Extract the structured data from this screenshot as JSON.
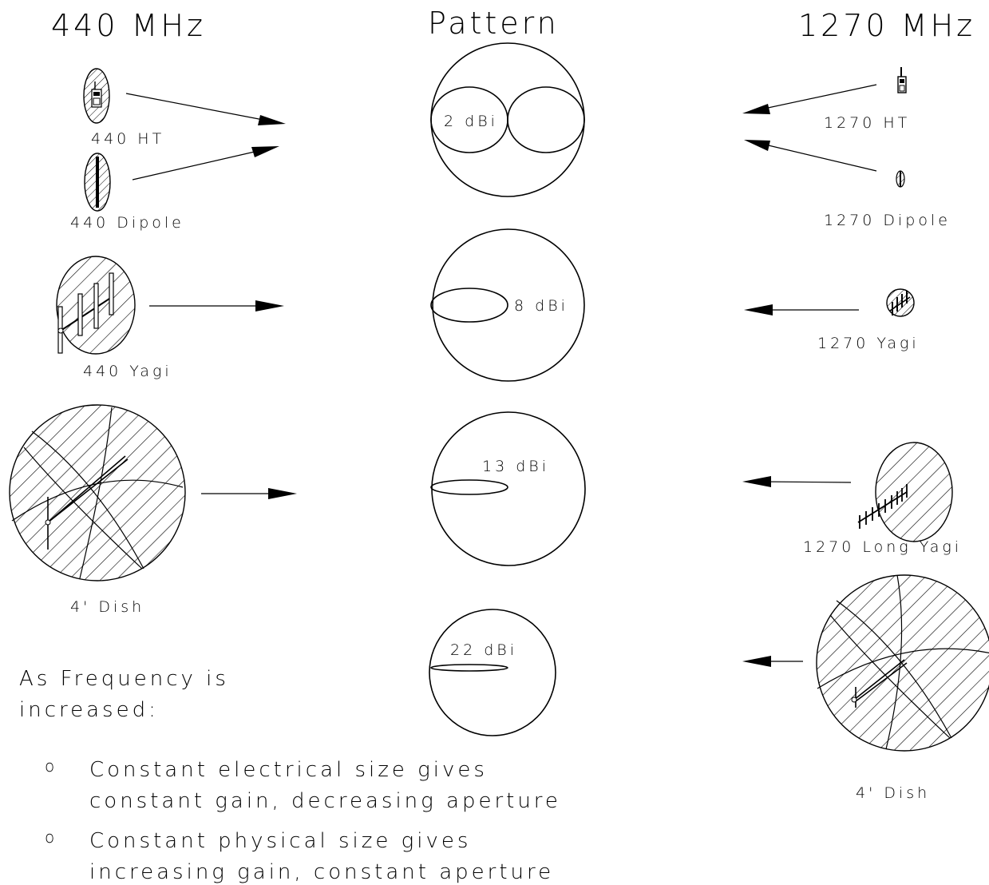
{
  "headers": {
    "left": "440 MHz",
    "center": "Pattern",
    "right": "1270 MHz"
  },
  "left_antennas": {
    "ht": "440 HT",
    "dipole": "440 Dipole",
    "yagi": "440 Yagi",
    "dish": "4' Dish"
  },
  "right_antennas": {
    "ht": "1270 HT",
    "dipole": "1270 Dipole",
    "yagi": "1270 Yagi",
    "long_yagi": "1270 Long Yagi",
    "dish": "4' Dish"
  },
  "patterns": [
    {
      "gain": "2 dBi"
    },
    {
      "gain": "8 dBi"
    },
    {
      "gain": "13 dBi"
    },
    {
      "gain": "22 dBi"
    }
  ],
  "notes": {
    "intro_line1": "As Frequency is",
    "intro_line2": "increased:",
    "bullet": "o",
    "point1_line1": "Constant electrical size gives",
    "point1_line2": "constant gain, decreasing aperture",
    "point2_line1": "Constant physical size gives",
    "point2_line2": "increasing gain, constant aperture"
  }
}
